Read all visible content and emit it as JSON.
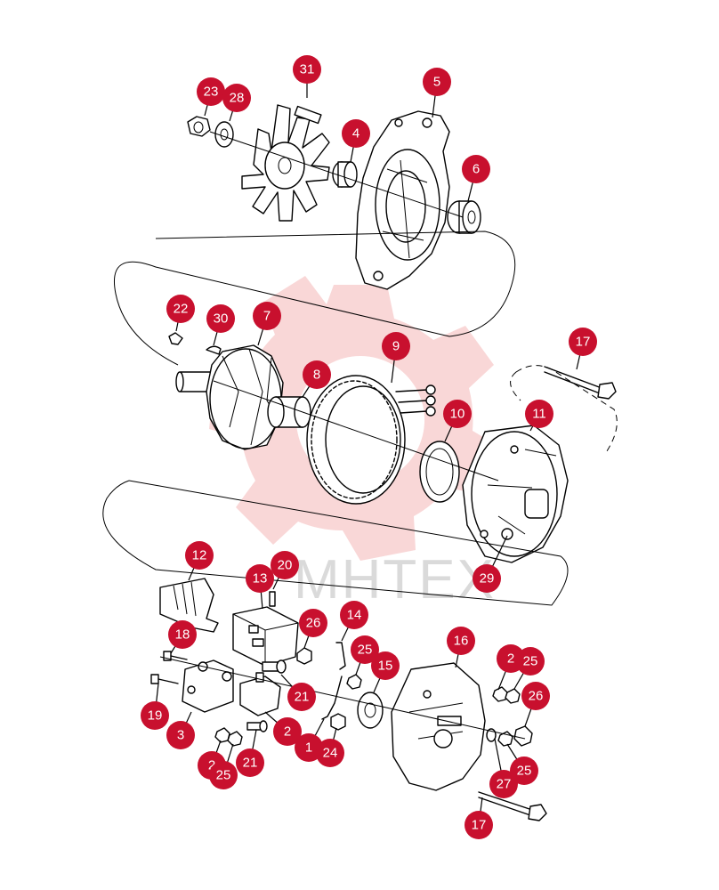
{
  "watermark": {
    "text": "MHTEX",
    "color": "#c8102e"
  },
  "callout_color": "#c8102e",
  "callouts": [
    "31",
    "23",
    "28",
    "5",
    "4",
    "6",
    "22",
    "30",
    "7",
    "8",
    "9",
    "17",
    "10",
    "11",
    "29",
    "12",
    "20",
    "13",
    "14",
    "26",
    "18",
    "25",
    "15",
    "16",
    "2",
    "25",
    "21",
    "26",
    "19",
    "3",
    "2",
    "1",
    "24",
    "2",
    "25",
    "21",
    "27",
    "25",
    "17"
  ]
}
